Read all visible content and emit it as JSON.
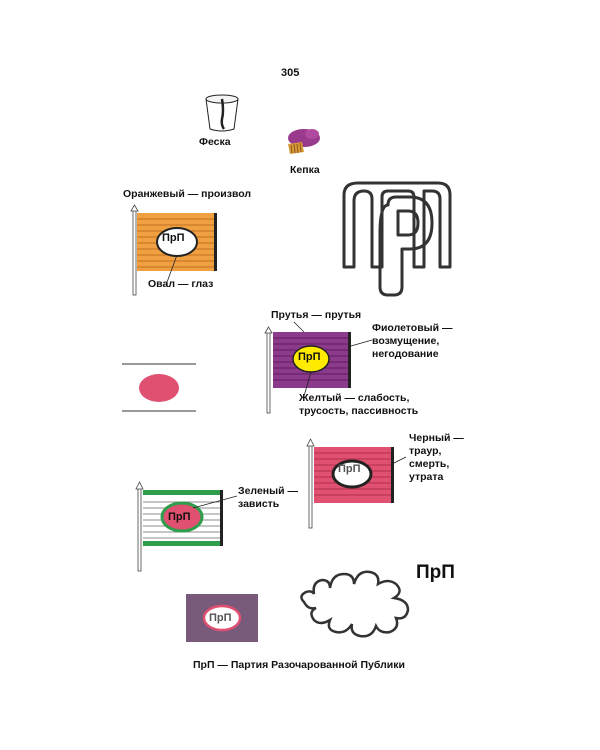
{
  "page_number": "305",
  "labels": {
    "fez": "Феска",
    "cap": "Кепка",
    "orange": "Оранжевый — произвол",
    "oval": "Овал — глаз",
    "rods": "Прутья — прутья",
    "purple": [
      "Фиолетовый —",
      "возмущение,",
      "негодование"
    ],
    "yellow": [
      "Желтый — слабость,",
      "трусость, пассивность"
    ],
    "black": [
      "Черный —",
      "траур,",
      "смерть,",
      "утрата"
    ],
    "green": [
      "Зеленый —",
      "зависть"
    ],
    "caption": "ПрП — Партия Разочарованной Публики"
  },
  "abbr": "ПрП",
  "colors": {
    "orange": "#f0a040",
    "purple": "#8c3a8c",
    "yellow": "#ffeb00",
    "pink": "#e05070",
    "green": "#2e9e4a",
    "gray_purple": "#7a5a7a",
    "fez_tassel": "#222222",
    "cap": "#9a3a8c",
    "cap_brim": "#d89a3a"
  }
}
